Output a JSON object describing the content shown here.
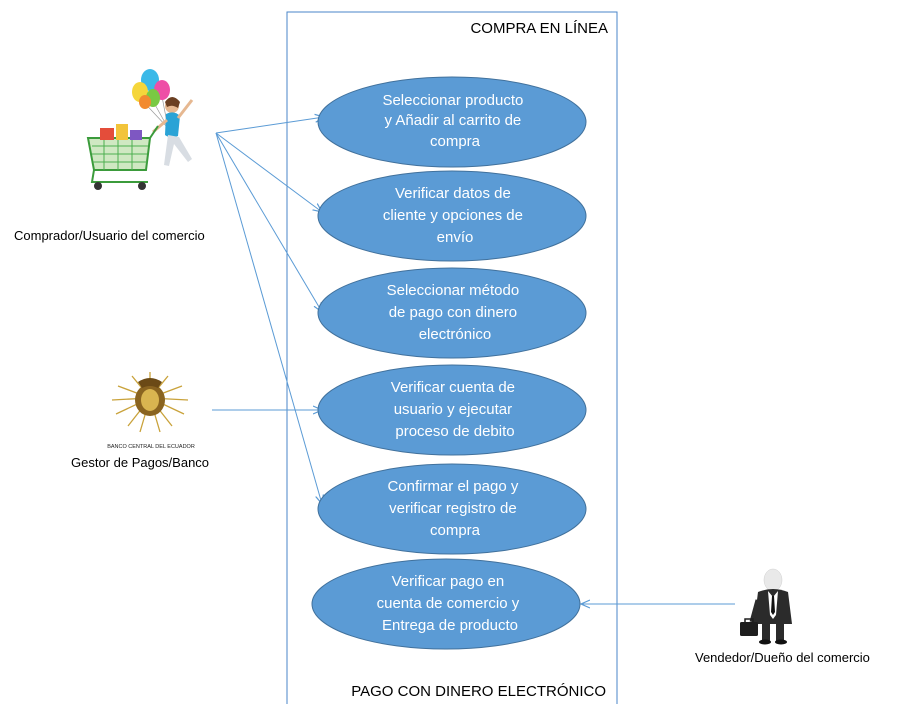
{
  "colors": {
    "ellipse_fill": "#5b9bd5",
    "ellipse_stroke": "#41719c",
    "system_border": "#4a86c8",
    "arrow": "#5b9bd5"
  },
  "system": {
    "title_top": "COMPRA EN LÍNEA",
    "title_bottom": "PAGO CON DINERO ELECTRÓNICO"
  },
  "actors": {
    "buyer": {
      "label": "Comprador/Usuario del comercio",
      "icon": "shopper-with-cart-and-balloons"
    },
    "bank": {
      "label": "Gestor de Pagos/Banco",
      "icon": "central-bank-seal",
      "seal_text": "BANCO CENTRAL DEL ECUADOR"
    },
    "seller": {
      "label": "Vendedor/Dueño del comercio",
      "icon": "businessman-with-briefcase"
    }
  },
  "use_cases": [
    {
      "lines": [
        "Seleccionar producto",
        "y Añadir al carrito de",
        "compra"
      ]
    },
    {
      "lines": [
        "Verificar datos de",
        "cliente y opciones de",
        "envío"
      ]
    },
    {
      "lines": [
        "Seleccionar método",
        "de pago con dinero",
        "electrónico"
      ]
    },
    {
      "lines": [
        "Verificar cuenta de",
        "usuario y ejecutar",
        "proceso de debito"
      ]
    },
    {
      "lines": [
        "Confirmar el pago y",
        "verificar registro de",
        "compra"
      ]
    },
    {
      "lines": [
        "Verificar pago en",
        "cuenta de comercio y",
        "Entrega de producto"
      ]
    }
  ]
}
